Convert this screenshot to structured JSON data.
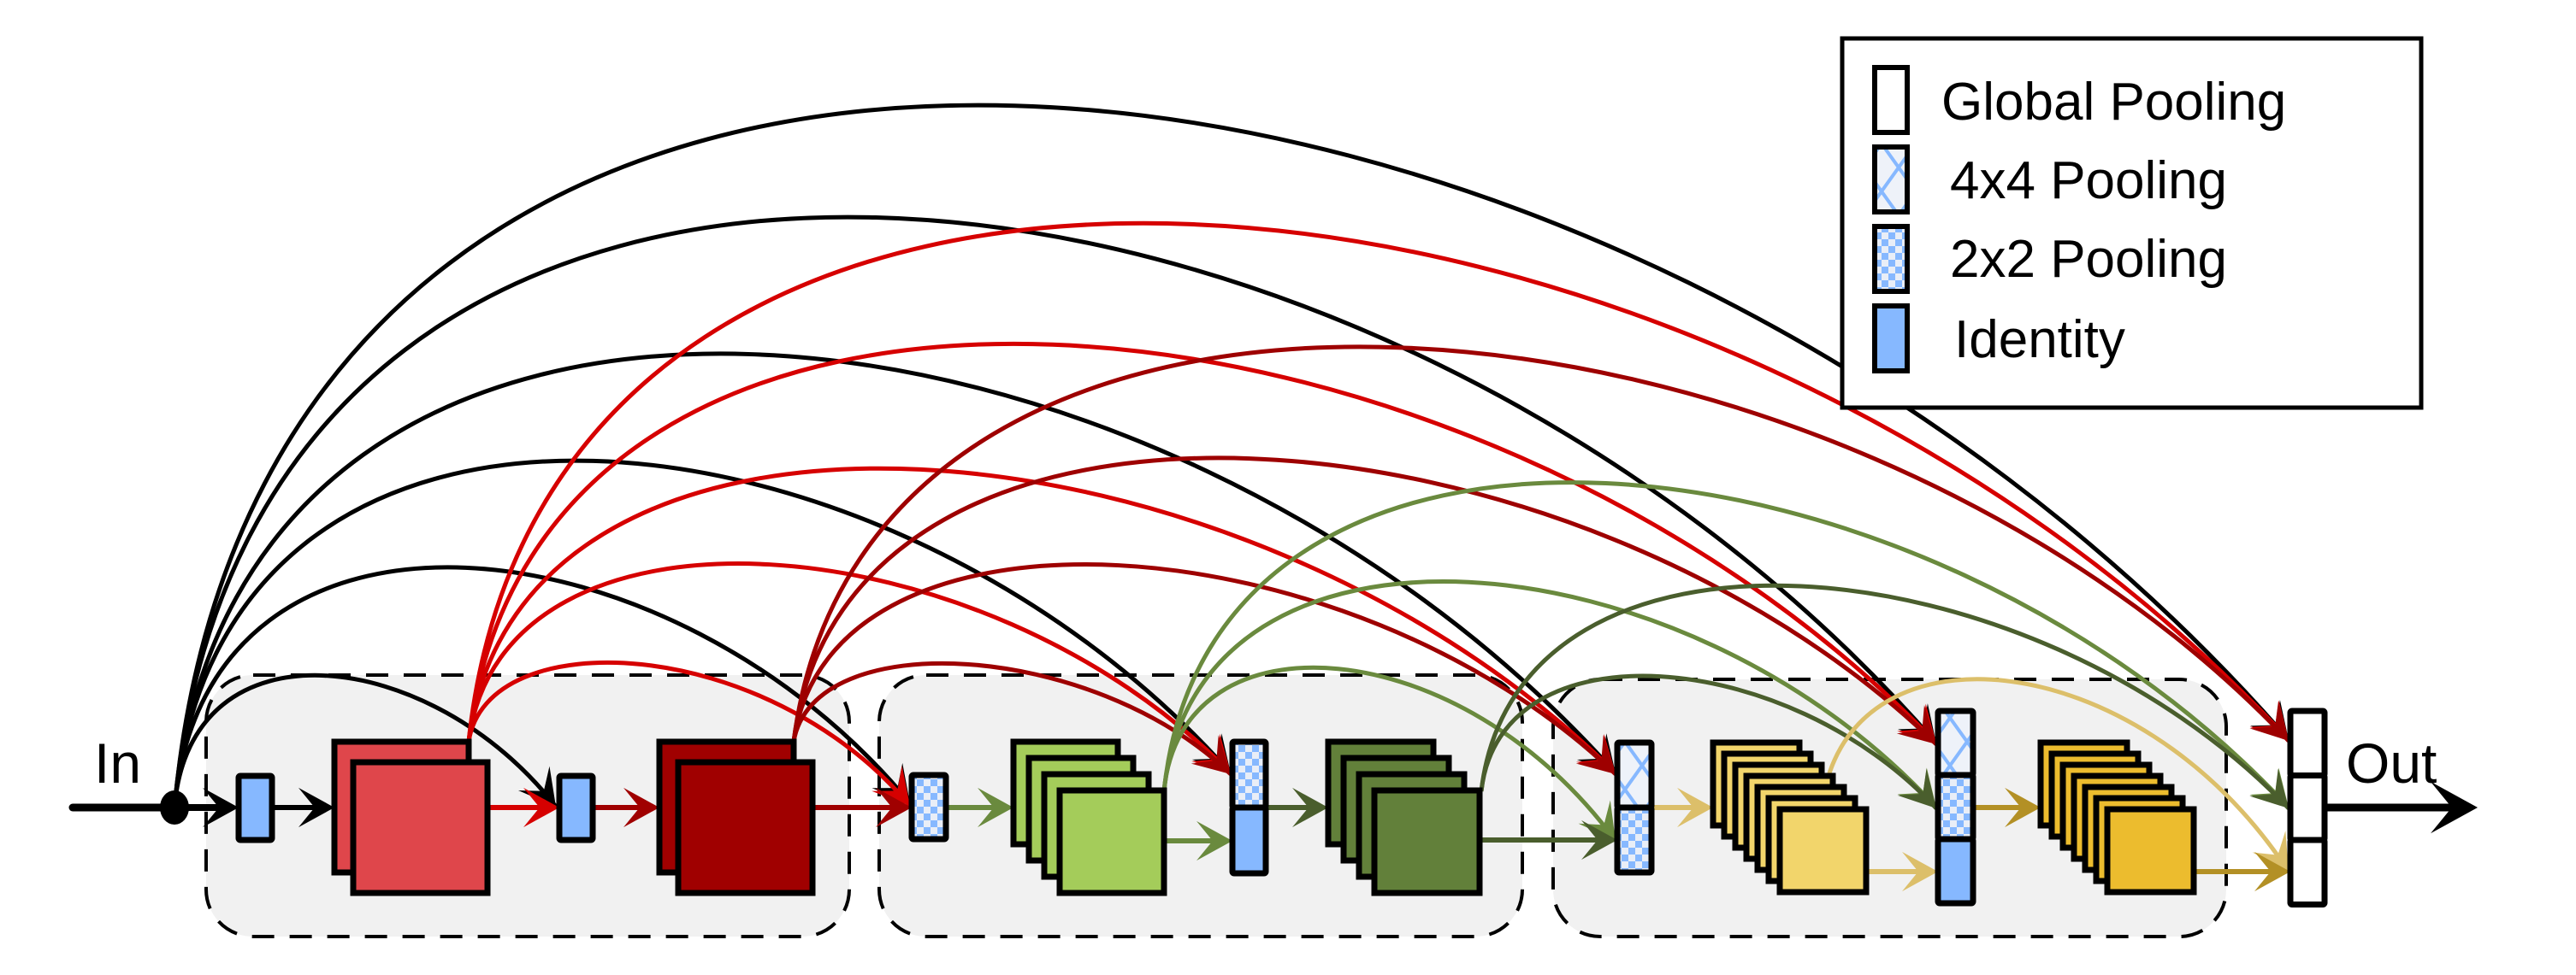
{
  "diagram": {
    "input_label": "In",
    "output_label": "Out",
    "legend": {
      "items": [
        {
          "id": "global",
          "label": "Global Pooling",
          "icon": "global-pooling-swatch"
        },
        {
          "id": "pool4",
          "label": "4x4 Pooling",
          "icon": "4x4-pooling-swatch"
        },
        {
          "id": "pool2",
          "label": "2x2 Pooling",
          "icon": "2x2-pooling-swatch"
        },
        {
          "id": "identity",
          "label": "Identity",
          "icon": "identity-swatch"
        }
      ]
    },
    "colors": {
      "black": "#000000",
      "red_light": "#df464b",
      "red_arc": "#d60000",
      "red_dark": "#a00000",
      "red_dark_arc": "#9e0000",
      "green_light": "#a4cc5a",
      "green_light_arc": "#6a8a3e",
      "green_dark": "#62803a",
      "green_dark_arc": "#4a5e2d",
      "yellow_light": "#f2d56b",
      "yellow_light_arc": "#dcbf6a",
      "yellow_dark": "#ecbc2e",
      "yellow_dark_arc": "#b39025",
      "identity_blue": "#86b8ff",
      "block_fill": "#f1f1f1"
    },
    "stages": [
      {
        "name": "stage-1",
        "layers": [
          {
            "type": "identity"
          },
          {
            "type": "conv-stack",
            "count": 2,
            "color": "red_light"
          },
          {
            "type": "identity"
          },
          {
            "type": "conv-stack",
            "count": 2,
            "color": "red_dark"
          }
        ]
      },
      {
        "name": "stage-2",
        "layers": [
          {
            "type": "pool2"
          },
          {
            "type": "conv-stack",
            "count": 4,
            "color": "green_light"
          },
          {
            "type": "concat",
            "cells": [
              "pool2",
              "identity"
            ]
          },
          {
            "type": "conv-stack",
            "count": 4,
            "color": "green_dark"
          }
        ]
      },
      {
        "name": "stage-3",
        "layers": [
          {
            "type": "concat",
            "cells": [
              "pool4",
              "pool2"
            ]
          },
          {
            "type": "conv-stack",
            "count": 7,
            "color": "yellow_light"
          },
          {
            "type": "concat",
            "cells": [
              "pool4",
              "pool2",
              "identity"
            ]
          },
          {
            "type": "conv-stack",
            "count": 7,
            "color": "yellow_dark"
          }
        ]
      }
    ],
    "output_column": {
      "cells": [
        "global",
        "global",
        "global"
      ]
    }
  }
}
